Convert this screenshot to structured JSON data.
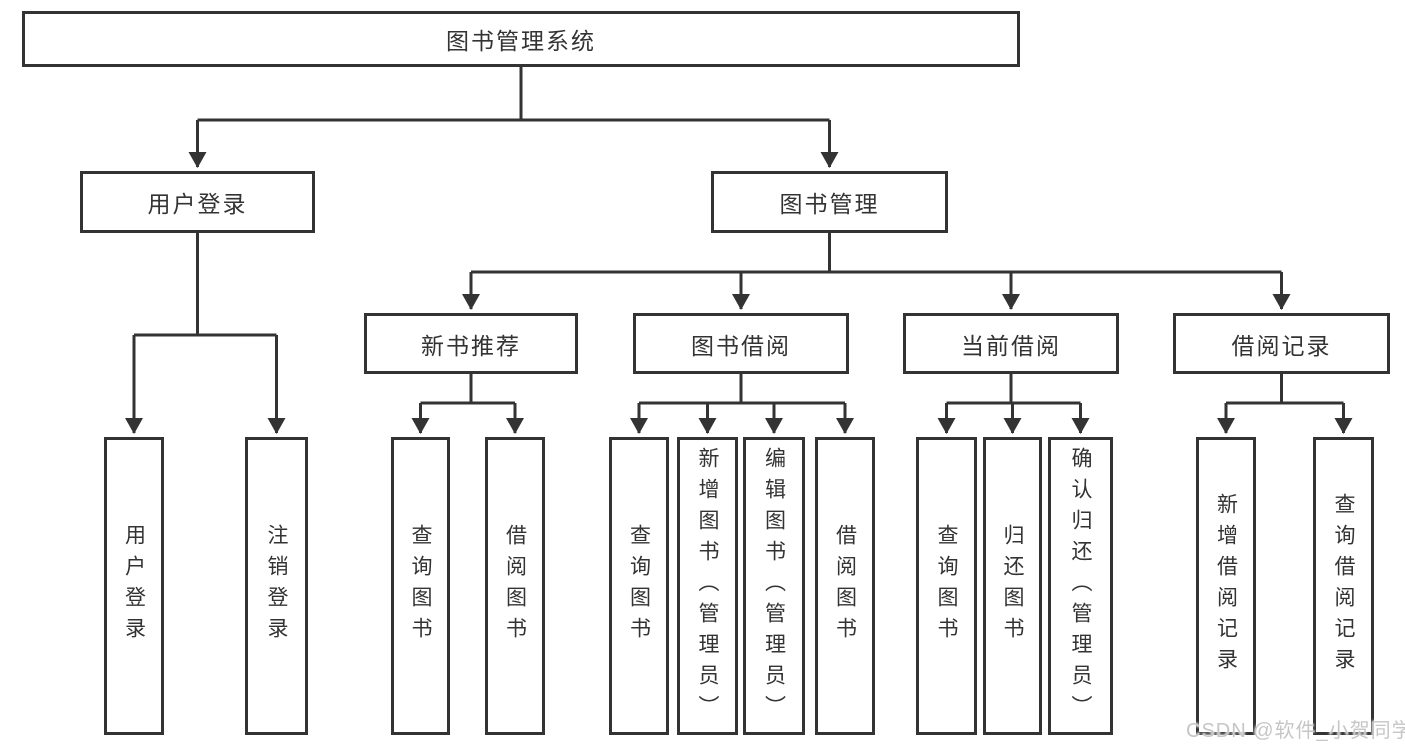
{
  "diagram": {
    "title": "图书管理系统",
    "level1": {
      "user_login": "用户登录",
      "book_management": "图书管理"
    },
    "level2": {
      "new_book_recommend": "新书推荐",
      "book_borrow": "图书借阅",
      "current_borrow": "当前借阅",
      "borrow_records": "借阅记录"
    },
    "leaves": {
      "user_login": "用户登录",
      "logout": "注销登录",
      "rec_query_books": "查询图书",
      "rec_borrow_books": "借阅图书",
      "bb_query_books": "查询图书",
      "bb_add_books": "新增图书（管理员）",
      "bb_edit_books": "编辑图书（管理员）",
      "bb_borrow_books": "借阅图书",
      "cb_query_books": "查询图书",
      "cb_return_books": "归还图书",
      "cb_confirm_return": "确认归还（管理员）",
      "br_add_record": "新增借阅记录",
      "br_query_record": "查询借阅记录"
    }
  },
  "watermark": "CSDN @软件_小贺同学",
  "colors": {
    "line": "#333333",
    "text": "#333333",
    "box_bg": "#ffffff",
    "watermark": "#c6c6c6"
  }
}
